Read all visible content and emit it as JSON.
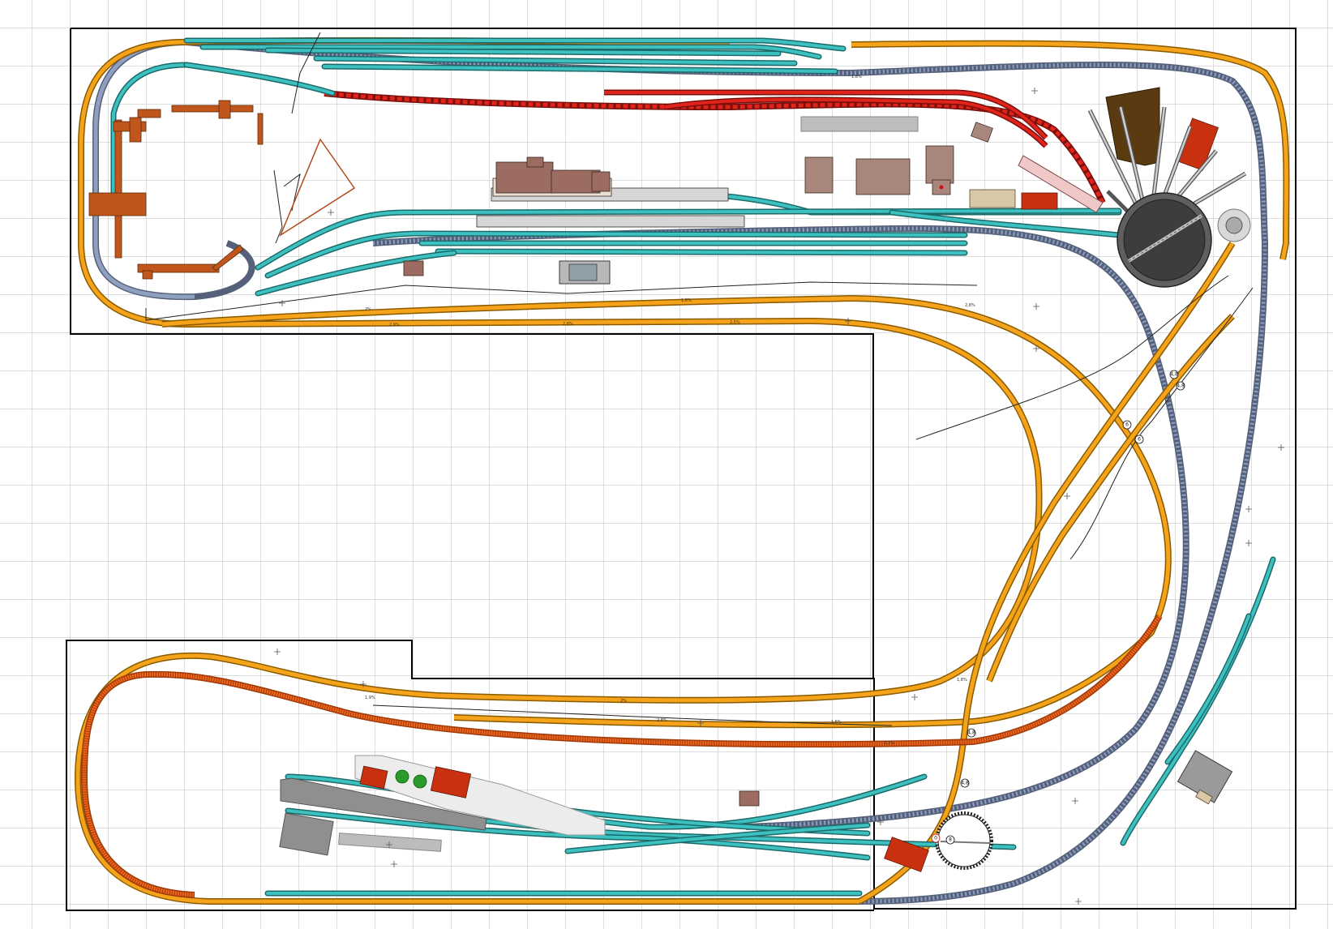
{
  "title": "",
  "colors": {
    "grid": "#bdbdbd",
    "outline": "#000000",
    "mainline": "#f5a31a",
    "mainline_edge": "#8a5a00",
    "yard": "#3cc0c0",
    "yard_edge": "#1d6a6a",
    "hidden": "#8f9fc0",
    "hidden_edge": "#55607a",
    "siding": "#e0231b",
    "ramp": "#f0661c",
    "turntable": "#4a4a4a",
    "building_brown": "#a56e57",
    "building_red": "#c93010",
    "platform": "#c8c8c8"
  },
  "grade_labels": [
    "2%",
    "2,9%",
    "2,8%",
    "2,5%",
    "1,8%",
    "2,8%",
    "1,9%",
    "2%",
    "2,8%",
    "1,6%",
    "1,8%",
    "2,1%",
    "1,8%"
  ],
  "markers": [
    "6",
    "6",
    "4,8",
    "4,8",
    "4,8",
    "4,8",
    "8",
    "0"
  ],
  "icons": {
    "turntable": "turntable-icon",
    "roundhouse": "roundhouse-icon",
    "water_tower": "water-tower-icon",
    "fiddle_yard_turntable": "gear-turntable-icon"
  }
}
